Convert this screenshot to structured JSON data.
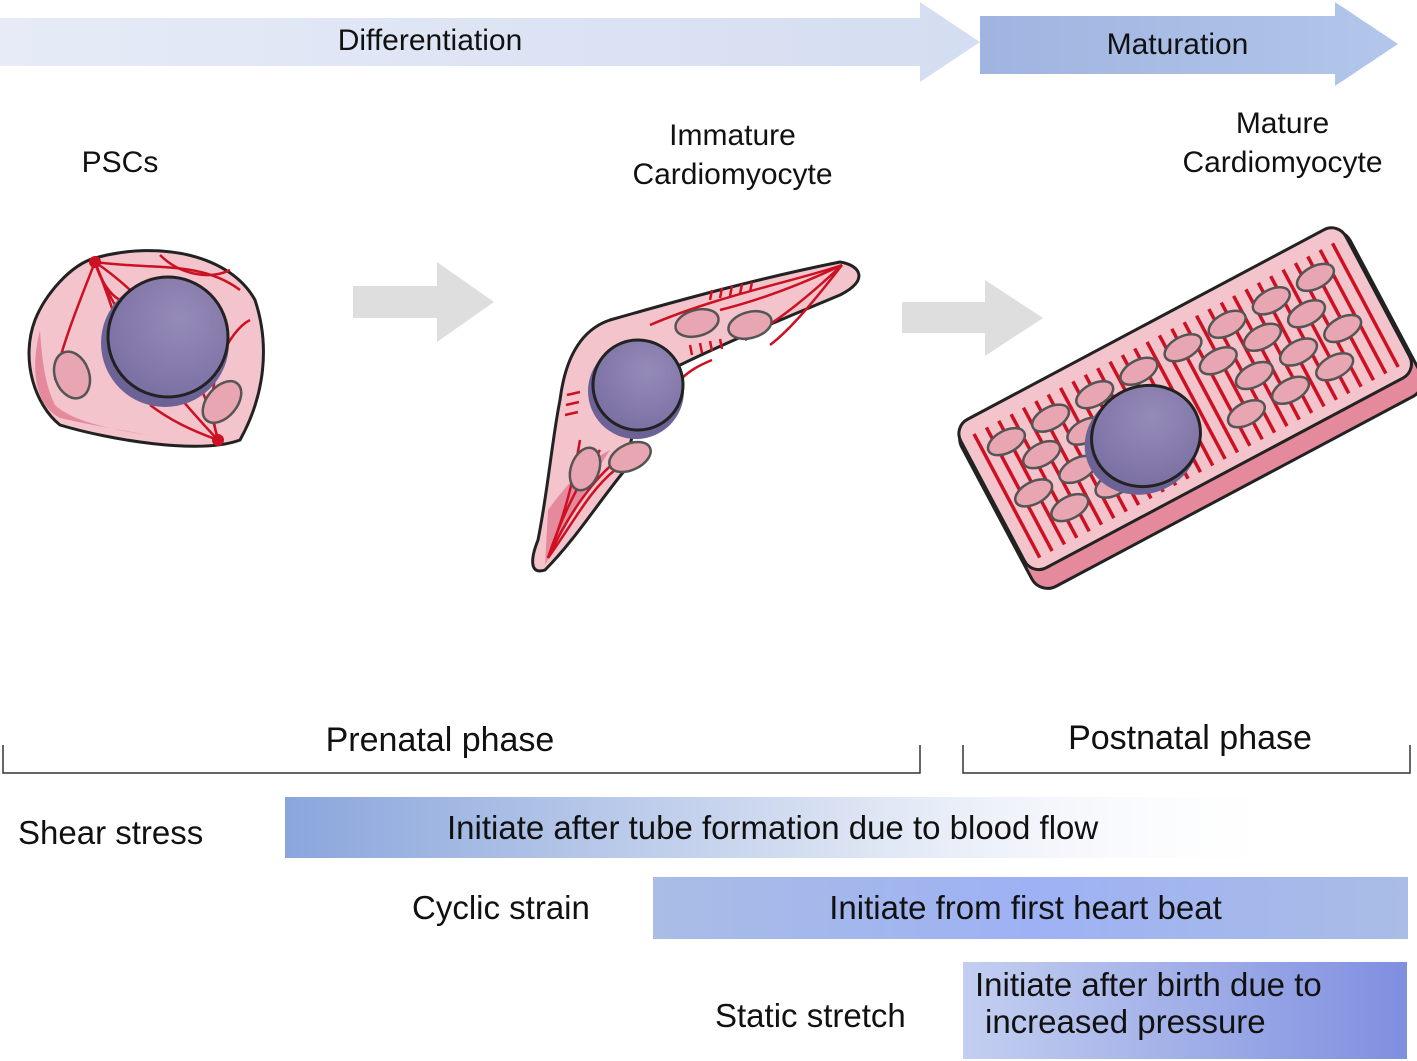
{
  "stages": {
    "differentiation": "Differentiation",
    "maturation": "Maturation"
  },
  "cells": {
    "pscs": "PSCs",
    "immature_line1": "Immature",
    "immature_line2": "Cardiomyocyte",
    "mature_line1": "Mature",
    "mature_line2": "Cardiomyocyte"
  },
  "phases": {
    "prenatal": "Prenatal phase",
    "postnatal": "Postnatal phase"
  },
  "factors": [
    {
      "name": "Shear stress",
      "desc": "Initiate after tube formation due to blood flow"
    },
    {
      "name": "Cyclic strain",
      "desc": "Initiate from first heart beat"
    },
    {
      "name": "Static stretch",
      "desc_line1": "Initiate after birth due to",
      "desc_line2": "increased pressure"
    }
  ],
  "colors": {
    "diff_arrow": "#dfe6f4",
    "mat_arrow": "#a8bde3",
    "cell_fill": "#f4c4cc",
    "fiber": "#cc1122",
    "nucleus": "#8a7fae",
    "process_arrow": "#dcdcdc"
  }
}
